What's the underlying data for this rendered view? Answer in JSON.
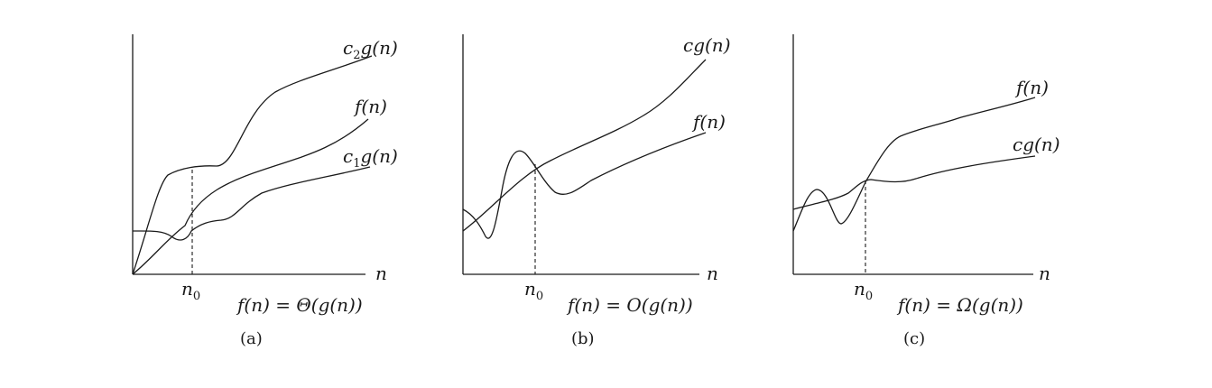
{
  "panels": [
    {
      "id": "a",
      "curve_labels": [
        {
          "main": "c",
          "sub": "2",
          "rest": "g(n)"
        },
        {
          "main": "f(n)",
          "sub": "",
          "rest": ""
        },
        {
          "main": "c",
          "sub": "1",
          "rest": "g(n)"
        }
      ],
      "x_axis_label": "n",
      "threshold_label": {
        "main": "n",
        "sub": "0"
      },
      "equation": {
        "lhs": "f(n)",
        "op": " = ",
        "rhs": "Θ(g(n))"
      },
      "caption": "(a)"
    },
    {
      "id": "b",
      "curve_labels": [
        {
          "main": "cg(n)",
          "sub": "",
          "rest": ""
        },
        {
          "main": "f(n)",
          "sub": "",
          "rest": ""
        }
      ],
      "x_axis_label": "n",
      "threshold_label": {
        "main": "n",
        "sub": "0"
      },
      "equation": {
        "lhs": "f(n)",
        "op": " = ",
        "rhs": "O(g(n))"
      },
      "caption": "(b)"
    },
    {
      "id": "c",
      "curve_labels": [
        {
          "main": "f(n)",
          "sub": "",
          "rest": ""
        },
        {
          "main": "cg(n)",
          "sub": "",
          "rest": ""
        }
      ],
      "x_axis_label": "n",
      "threshold_label": {
        "main": "n",
        "sub": "0"
      },
      "equation": {
        "lhs": "f(n)",
        "op": " = ",
        "rhs": "Ω(g(n))"
      },
      "caption": "(c)"
    }
  ]
}
